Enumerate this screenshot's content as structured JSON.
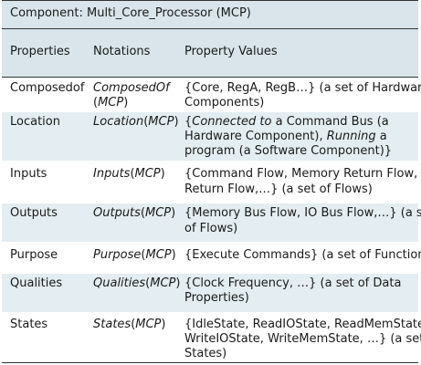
{
  "table": {
    "title": "Component: Multi_Core_Processor (MCP)",
    "headers": [
      "Properties",
      "Notations",
      "Property Values"
    ],
    "rows": [
      {
        "property": "Composedof",
        "notation_fn": "ComposedOf",
        "notation_arg": "MCP",
        "value_lines": [
          "{Core, RegA, RegB…} (a set of Hardware",
          "Components)"
        ]
      },
      {
        "property": "Location",
        "notation_fn": "Location",
        "notation_arg": "MCP",
        "value_lines": [
          "Connected to",
          " a Command Bus (a",
          "Hardware Component), ",
          "Running",
          " a",
          "program (a Software Component)}"
        ]
      },
      {
        "property": "Inputs",
        "notation_fn": "Inputs",
        "notation_arg": "MCP",
        "value_lines": [
          "{Command Flow, Memory Return Flow, IO",
          "Return Flow,…} (a set of Flows)"
        ]
      },
      {
        "property": "Outputs",
        "notation_fn": "Outputs",
        "notation_arg": "MCP",
        "value_lines": [
          "{Memory Bus Flow, IO Bus Flow,…} (a set",
          "of Flows)"
        ]
      },
      {
        "property": "Purpose",
        "notation_fn": "Purpose",
        "notation_arg": "MCP",
        "value_lines": [
          "{Execute Commands} (a set of Functions)"
        ]
      },
      {
        "property": "Qualities",
        "notation_fn": "Qualities",
        "notation_arg": "MCP",
        "value_lines": [
          "{Clock Frequency, …} (a set of Data",
          "Properties)"
        ]
      },
      {
        "property": "States",
        "notation_fn": "States",
        "notation_arg": "MCP",
        "value_lines": [
          "{IdleState, ReadIOState, ReadMemState,",
          "WriteIOState, WriteMemState, …} (a set of",
          "States)"
        ]
      }
    ]
  }
}
